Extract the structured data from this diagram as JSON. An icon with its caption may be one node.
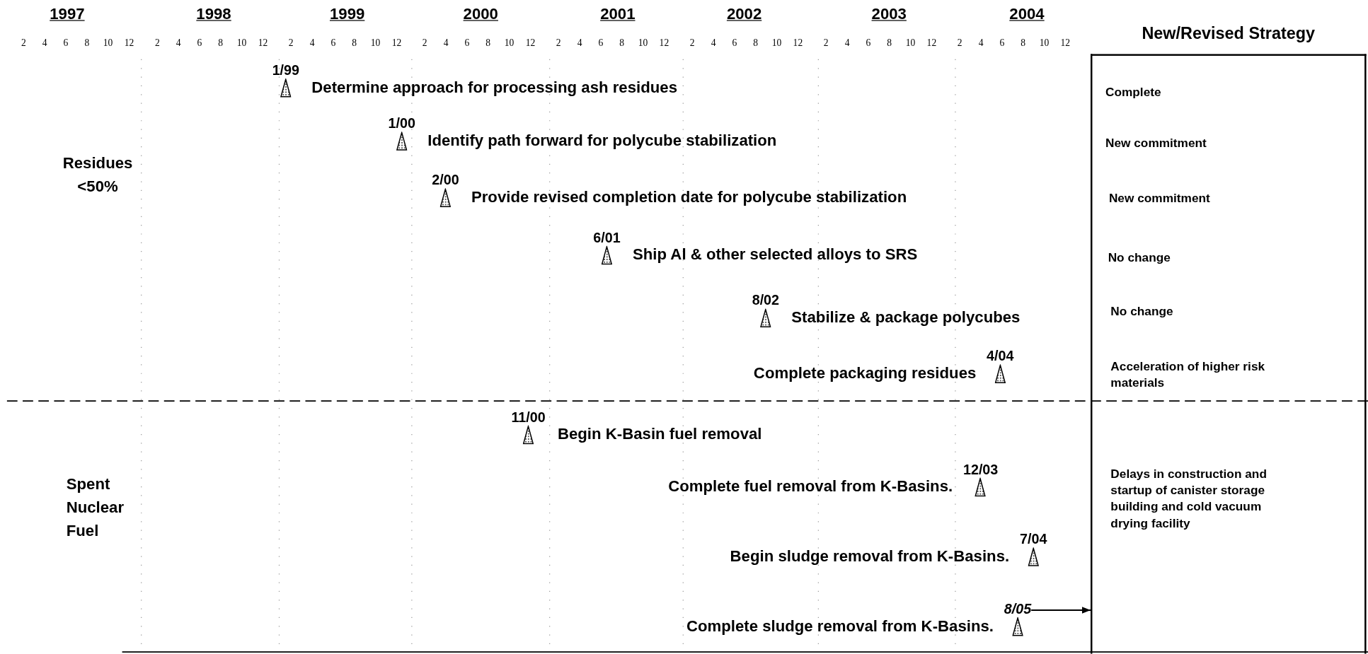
{
  "diagram": {
    "nodes": [
      {
        "text": [
          "1/99",
          "Determine approach for processing ash residues"
        ]
      },
      {
        "text": [
          "1/00",
          "Identify path forward for polycube stabilization"
        ]
      },
      {
        "text": [
          "2/00",
          "Provide revised completion date for polycube stabilization"
        ]
      },
      {
        "text": [
          "6/01",
          "Ship Al & other selected alloys to SRS"
        ]
      },
      {
        "text": [
          "8/02",
          "Stabilize & package polycubes"
        ]
      },
      {
        "text": [
          "4/04",
          "Complete packaging residues"
        ]
      },
      {
        "text": [
          "11/00",
          "Begin K-Basin fuel removal"
        ]
      },
      {
        "text": [
          "12/03",
          "Complete fuel removal from K-Basins."
        ]
      },
      {
        "text": [
          "7/04",
          "Begin sludge removal from K-Basins."
        ]
      },
      {
        "text": [
          "8/05",
          "Complete sludge removal from K-Basins."
        ]
      },
      {
        "text": [
          "New/Revised Strategy"
        ]
      }
    ],
    "edges": [
      {
        "from": 9,
        "to": 10,
        "arrow": "to"
      }
    ],
    "labels": [
      "1997",
      "1998",
      "1999",
      "2000",
      "2001",
      "2002",
      "2003",
      "2004",
      "2",
      "4",
      "6",
      "8",
      "10",
      "12",
      "2",
      "4",
      "6",
      "8",
      "10",
      "12",
      "2",
      "4",
      "6",
      "8",
      "10",
      "12",
      "2",
      "4",
      "6",
      "8",
      "10",
      "12",
      "2",
      "4",
      "6",
      "8",
      "10",
      "12",
      "2",
      "4",
      "6",
      "8",
      "10",
      "12",
      "2",
      "4",
      "6",
      "8",
      "10",
      "12",
      "2",
      "4",
      "6",
      "8",
      "10",
      "12",
      "Complete",
      "Residues <50%",
      "New commitment",
      "New commitment",
      "No change",
      "No change",
      "Acceleration of higher risk materials",
      "Spent Nuclear Fuel",
      "Delays in construction and startup of canister storage building and cold vacuum drying facility"
    ]
  }
}
